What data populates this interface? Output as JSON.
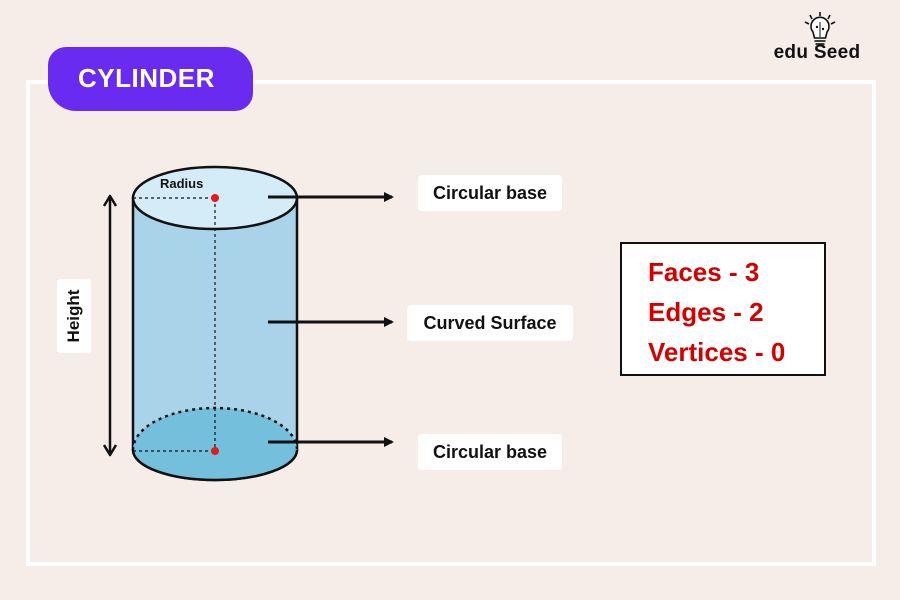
{
  "title": "CYLINDER",
  "logo": {
    "text": "edu Seed",
    "icon": "lightbulb-brain-icon"
  },
  "diagram": {
    "radius_label": "Radius",
    "height_label": "Height",
    "labels": {
      "top_base": "Circular base",
      "curved_surface": "Curved Surface",
      "bottom_base": "Circular base"
    }
  },
  "properties": {
    "faces": "Faces - 3",
    "edges": "Edges - 2",
    "vertices": "Vertices - 0"
  },
  "colors": {
    "background": "#f6ede8",
    "accent": "#6a2bf0",
    "fact_text": "#d40000",
    "cylinder_body": "#a8d3e8",
    "cylinder_top": "#d3ecf7",
    "cylinder_bottom": "#74bfdc",
    "point": "#e51b1b"
  }
}
